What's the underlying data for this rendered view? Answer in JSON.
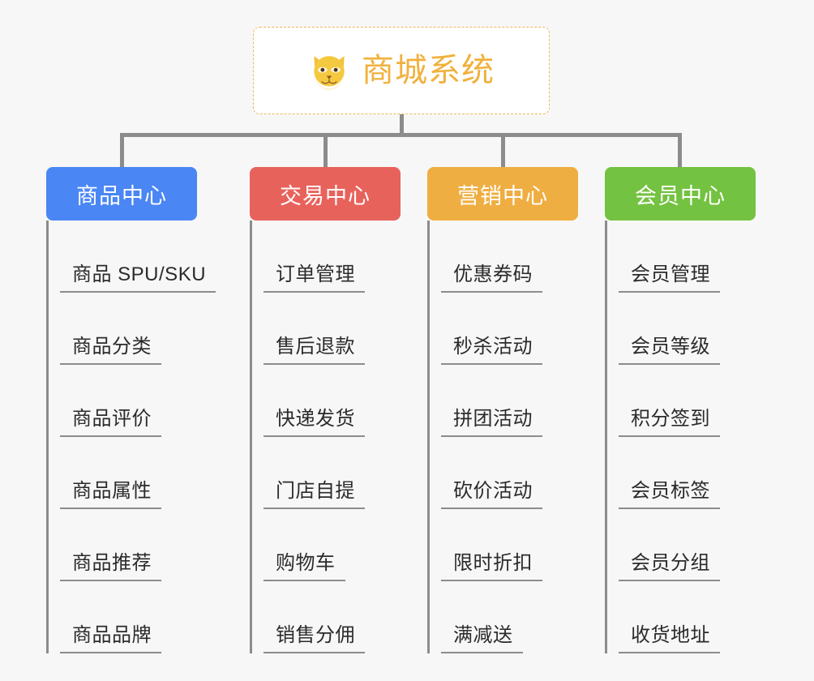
{
  "root": {
    "title": "商城系统",
    "icon": "shiba-dog-icon",
    "text_color": "#f0b13c",
    "border_color": "#e8b95a",
    "background": "#ffffff"
  },
  "canvas": {
    "background": "#f7f7f7",
    "line_color": "#8c8c8c"
  },
  "columns": [
    {
      "title": "商品中心",
      "color": "#4a86f4",
      "items": [
        "商品 SPU/SKU",
        "商品分类",
        "商品评价",
        "商品属性",
        "商品推荐",
        "商品品牌"
      ]
    },
    {
      "title": "交易中心",
      "color": "#e8625c",
      "items": [
        "订单管理",
        "售后退款",
        "快递发货",
        "门店自提",
        "购物车",
        "销售分佣"
      ]
    },
    {
      "title": "营销中心",
      "color": "#efae41",
      "items": [
        "优惠券码",
        "秒杀活动",
        "拼团活动",
        "砍价活动",
        "限时折扣",
        "满减送"
      ]
    },
    {
      "title": "会员中心",
      "color": "#74c241",
      "items": [
        "会员管理",
        "会员等级",
        "积分签到",
        "会员标签",
        "会员分组",
        "收货地址"
      ]
    }
  ]
}
